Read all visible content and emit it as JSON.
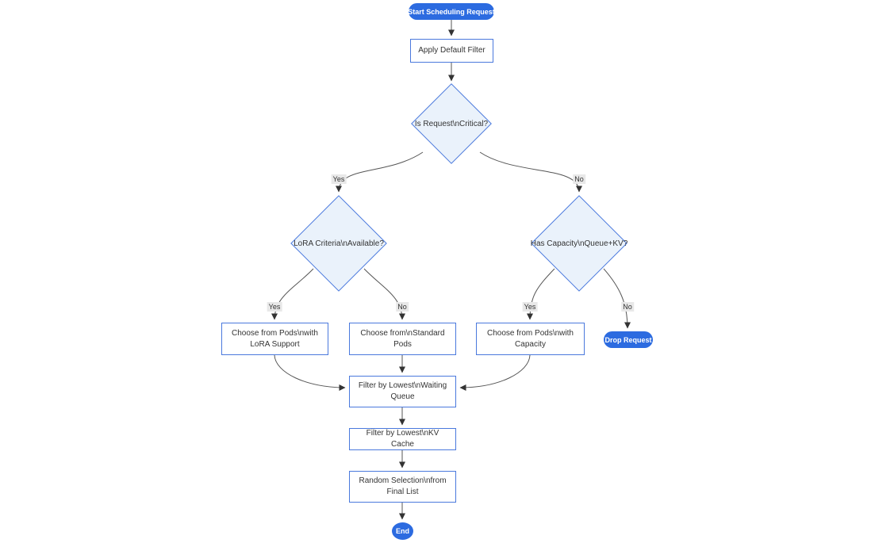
{
  "diagram": {
    "type": "flowchart",
    "nodes": {
      "start": {
        "label": "Start Scheduling Request",
        "shape": "pill"
      },
      "apply_filter": {
        "label": "Apply Default Filter",
        "shape": "rect"
      },
      "is_critical": {
        "label": "Is Request\\nCritical?",
        "shape": "diamond"
      },
      "lora_criteria": {
        "label": "LoRA Criteria\\nAvailable?",
        "shape": "diamond"
      },
      "has_capacity": {
        "label": "Has Capacity\\nQueue+KV?",
        "shape": "diamond"
      },
      "pods_lora": {
        "label": "Choose from Pods\\nwith LoRA Support",
        "shape": "rect"
      },
      "pods_standard": {
        "label": "Choose from\\nStandard Pods",
        "shape": "rect"
      },
      "pods_capacity": {
        "label": "Choose from Pods\\nwith Capacity",
        "shape": "rect"
      },
      "drop_request": {
        "label": "Drop Request",
        "shape": "pill"
      },
      "filter_queue": {
        "label": "Filter by Lowest\\nWaiting Queue",
        "shape": "rect"
      },
      "filter_kv": {
        "label": "Filter by Lowest\\nKV Cache",
        "shape": "rect"
      },
      "random_select": {
        "label": "Random Selection\\nfrom Final List",
        "shape": "rect"
      },
      "end": {
        "label": "End",
        "shape": "circle"
      }
    },
    "edge_labels": {
      "critical_yes": "Yes",
      "critical_no": "No",
      "lora_yes": "Yes",
      "lora_no": "No",
      "capacity_yes": "Yes",
      "capacity_no": "No"
    }
  },
  "colors": {
    "accent": "#2c6be0",
    "node_border": "#4a79dd",
    "diamond_fill": "#eaf2fb",
    "text": "#333333",
    "edge": "#555555",
    "arrow": "#333333",
    "label_bg": "#e8e8e8"
  }
}
